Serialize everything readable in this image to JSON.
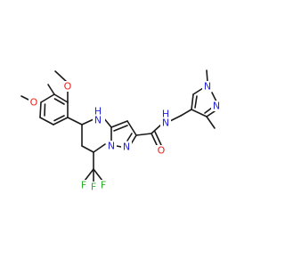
{
  "colors": {
    "bond": "#1a1a1a",
    "carbon": "#1a1a1a",
    "oxygen": "#e8231c",
    "nitrogen": "#2424d8",
    "fluorine": "#2fad2f",
    "background": "#ffffff"
  },
  "atom_labels": {
    "o_ring_top": "O",
    "o_ring_para": "O",
    "nh_ring": "N",
    "nh_h": "H",
    "n_bridge": "N",
    "n_pyrazole": "N",
    "o_carbonyl": "O",
    "n_amide": "N",
    "h_amide": "H",
    "n1_dmp": "N",
    "n2_dmp": "N",
    "f1": "F",
    "f2": "F",
    "f3": "F"
  }
}
